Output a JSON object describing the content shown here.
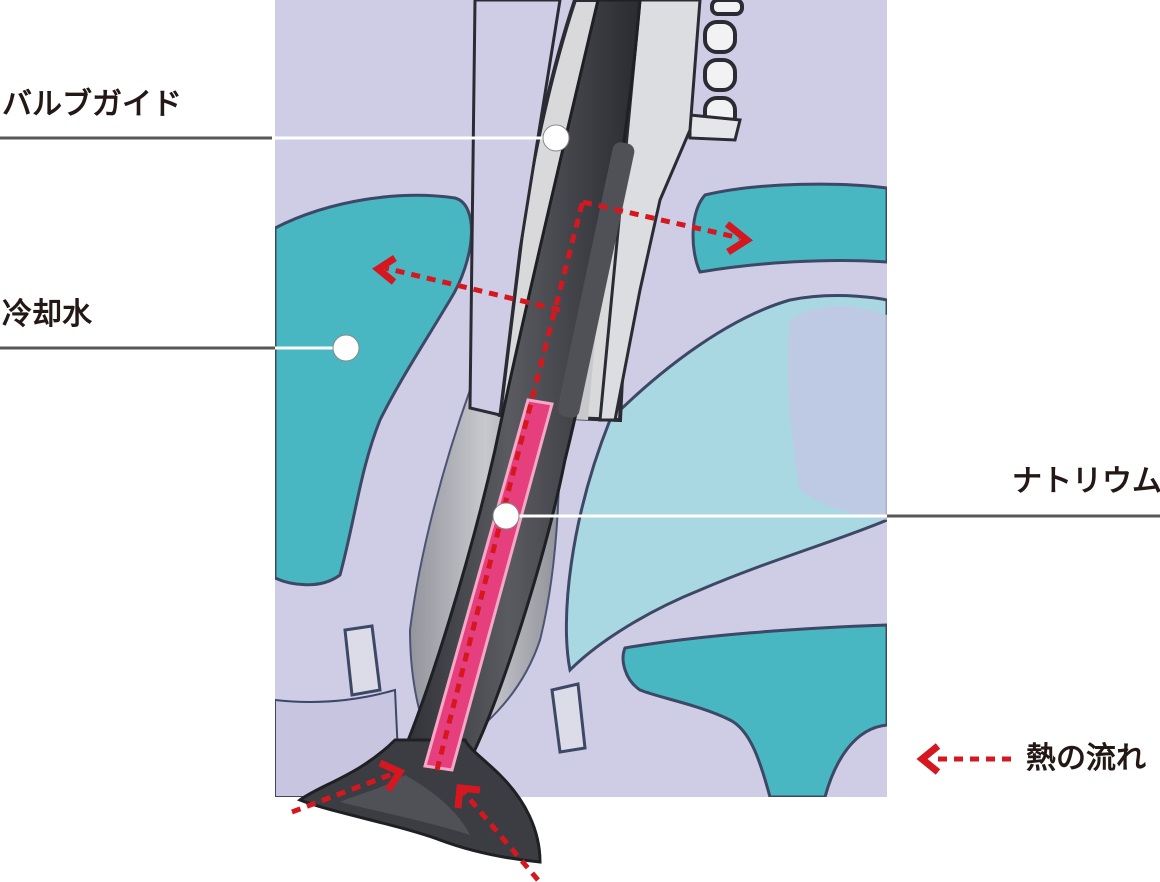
{
  "labels": {
    "valve_guide": "バルブガイド",
    "coolant": "冷却水",
    "sodium": "ナトリウム"
  },
  "legend": {
    "heat_flow": "熱の流れ"
  },
  "colors": {
    "background_metal": "#cfcde6",
    "background_metal_outline": "#4a4f6a",
    "coolant": "#48b7c2",
    "valve_body": "#3c3d43",
    "valve_highlight": "#9a9ba0",
    "guide": "#d9d9dc",
    "sodium": "#e5407d",
    "heat_arrow": "#d51820",
    "leader_line": "#595757",
    "label_text": "#231815"
  },
  "icons": {
    "heat_flow_legend": "dotted-arrow-left-icon",
    "leader_marker": "white-dot-marker"
  }
}
